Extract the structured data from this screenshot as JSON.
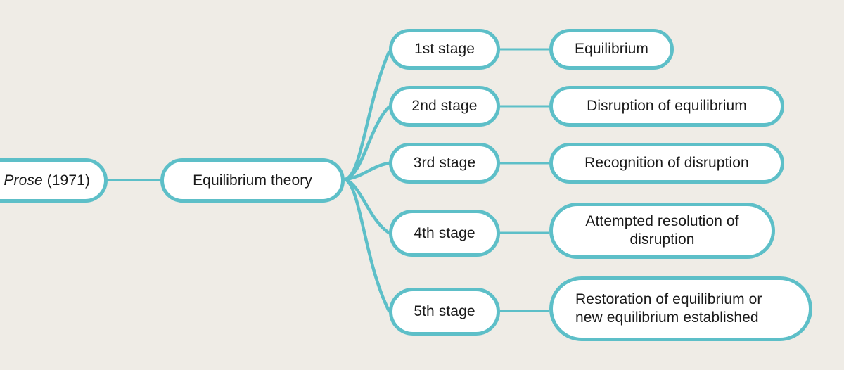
{
  "diagram": {
    "type": "mind-map",
    "title": "Equilibrium theory stages",
    "colors": {
      "background": "#efece6",
      "node_border": "#5dbfc8",
      "node_fill": "#ffffff",
      "connector": "#5dbfc8",
      "text": "#1a1a1a"
    },
    "root": {
      "label_italic": "Prose",
      "label_rest": " (1971)",
      "note": "node is cropped by the left edge of the screenshot"
    },
    "branch": {
      "label": "Equilibrium theory"
    },
    "stages": [
      {
        "stage": "1st stage",
        "description": "Equilibrium"
      },
      {
        "stage": "2nd stage",
        "description": "Disruption of equilibrium"
      },
      {
        "stage": "3rd stage",
        "description": "Recognition of disruption"
      },
      {
        "stage": "4th stage",
        "description": "Attempted resolution of\ndisruption"
      },
      {
        "stage": "5th stage",
        "description": "Restoration of equilibrium or\nnew equilibrium established"
      }
    ]
  }
}
